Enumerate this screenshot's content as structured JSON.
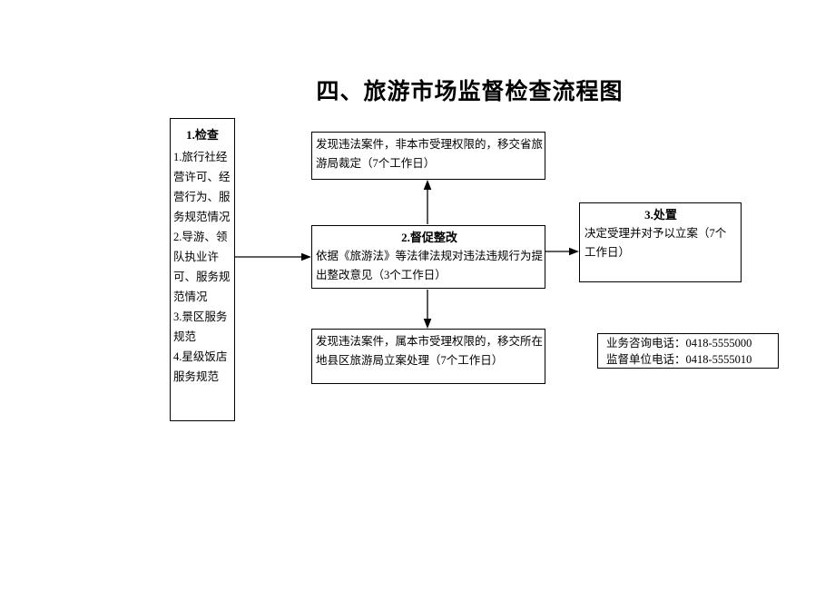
{
  "title": "四、旅游市场监督检查流程图",
  "boxes": {
    "check": {
      "heading": "1.检查",
      "items": [
        "1.旅行社经营许可、经营行为、服务规范情况",
        "2.导游、领队执业许可、服务规范情况",
        "3.景区服务规范",
        "4.星级饭店服务规范"
      ]
    },
    "referral_province": {
      "text": "发现违法案件，非本市受理权限的，移交省旅游局裁定（7个工作日）"
    },
    "rectify": {
      "heading": "2.督促整改",
      "body": "依据《旅游法》等法律法规对违法违规行为提出整改意见（3个工作日）"
    },
    "referral_county": {
      "text": "发现违法案件，属本市受理权限的，移交所在地县区旅游局立案处理（7个工作日）"
    },
    "dispose": {
      "heading": "3.处置",
      "body": "决定受理并对予以立案（7个工作日）"
    },
    "contact": {
      "lines": [
        "业务咨询电话：0418-5555000",
        "监督单位电话：0418-5555010"
      ]
    }
  },
  "colors": {
    "ink": "#000000",
    "background": "#ffffff"
  }
}
